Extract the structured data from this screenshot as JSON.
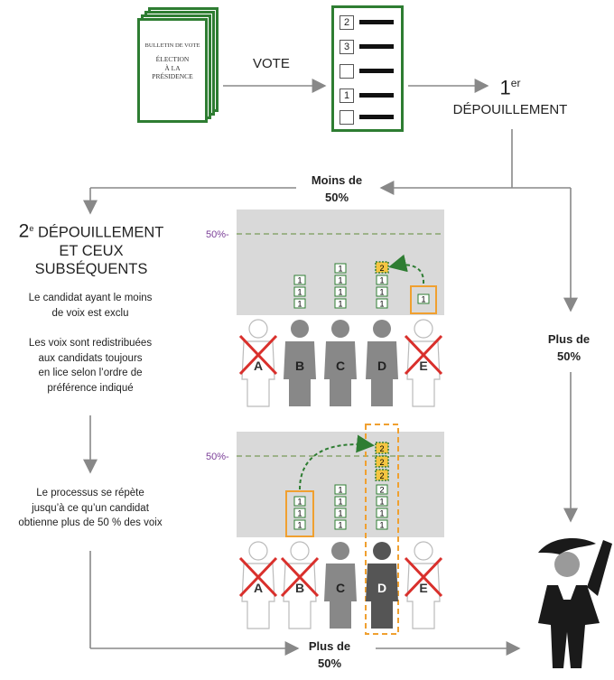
{
  "ballot": {
    "line1": "BULLETIN DE VOTE",
    "line2": "ÉLECTION",
    "line3": "À LA",
    "line4": "PRÉSIDENCE"
  },
  "vote_label": "VOTE",
  "ballot_marks": [
    "2",
    "3",
    "",
    "1",
    ""
  ],
  "first_count": {
    "number": "1",
    "suffix": "er",
    "label": "DÉPOUILLEMENT"
  },
  "less_50": {
    "line1": "Moins de",
    "line2": "50%"
  },
  "more_50_right": {
    "line1": "Plus de",
    "line2": "50%"
  },
  "more_50_bottom": {
    "line1": "Plus de",
    "line2": "50%"
  },
  "second_count": {
    "number": "2",
    "suffix": "e",
    "word": "DÉPOUILLEMENT",
    "line2": "ET CEUX",
    "line3": "SUBSÉQUENTS"
  },
  "rule_exclusion": {
    "line1": "Le candidat ayant le moins",
    "line2": "de voix est exclu"
  },
  "rule_redistribution": {
    "line1": "Les voix sont redistribuées",
    "line2": "aux candidats toujours",
    "line3": "en lice selon l’ordre de",
    "line4": "préférence indiqué"
  },
  "rule_repeat": {
    "line1": "Le processus se répète",
    "line2": "jusqu’à ce qu’un candidat",
    "line3": "obtienne plus de 50 % des voix"
  },
  "threshold_label": "50%-",
  "candidates": [
    "A",
    "B",
    "C",
    "D",
    "E"
  ],
  "round1_votes": {
    "A": [],
    "B": [
      "1",
      "1",
      "1"
    ],
    "C": [
      "1",
      "1",
      "1",
      "1"
    ],
    "D": [
      "2",
      "1",
      "1",
      "1"
    ],
    "E": [
      "1"
    ]
  },
  "round2_votes": {
    "A": [],
    "B": [
      "1",
      "1",
      "1"
    ],
    "C": [
      "1",
      "1",
      "1",
      "1"
    ],
    "D": [
      "2",
      "2",
      "2",
      "2",
      "1",
      "1",
      "1"
    ],
    "E": []
  },
  "colors": {
    "green": "#2e7d32",
    "gray_panel": "#d9d9d9",
    "purple": "#7b3f98",
    "orange": "#f0a030",
    "red_cross": "#d9302c",
    "figure_dark": "#666666",
    "figure_darker": "#4a4a4a",
    "vote_yellow": "#f4c542"
  }
}
